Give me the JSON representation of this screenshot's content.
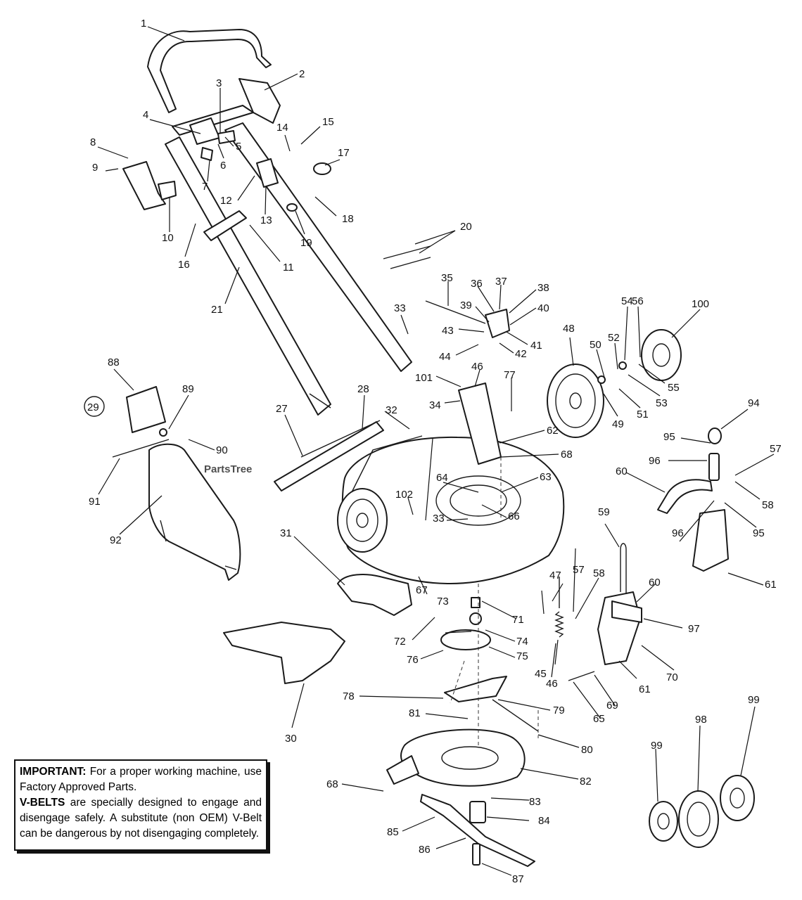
{
  "watermark": "PartsTree",
  "callouts": [
    "1",
    "2",
    "3",
    "4",
    "5",
    "6",
    "7",
    "8",
    "9",
    "10",
    "11",
    "12",
    "13",
    "14",
    "15",
    "16",
    "17",
    "18",
    "19",
    "20",
    "21",
    "27",
    "28",
    "29",
    "30",
    "31",
    "32",
    "33",
    "33",
    "34",
    "35",
    "36",
    "37",
    "38",
    "39",
    "40",
    "41",
    "42",
    "43",
    "44",
    "45",
    "46",
    "46",
    "47",
    "48",
    "49",
    "50",
    "51",
    "52",
    "53",
    "54",
    "55",
    "56",
    "57",
    "57",
    "58",
    "58",
    "59",
    "60",
    "60",
    "61",
    "61",
    "62",
    "63",
    "64",
    "65",
    "66",
    "67",
    "68",
    "68",
    "69",
    "70",
    "71",
    "72",
    "73",
    "74",
    "75",
    "76",
    "77",
    "78",
    "79",
    "80",
    "81",
    "82",
    "83",
    "84",
    "85",
    "86",
    "87",
    "88",
    "89",
    "90",
    "91",
    "92",
    "94",
    "95",
    "95",
    "96",
    "96",
    "97",
    "98",
    "99",
    "99",
    "100",
    "101",
    "102"
  ],
  "notice": {
    "important_label": "IMPORTANT:",
    "important_text": "For a proper working machine, use Factory Approved Parts.",
    "vbelts_label": "V-BELTS",
    "vbelts_text": "are specially designed to engage and disengage safely. A substitute (non OEM) V-Belt can be dangerous by not disengaging completely."
  }
}
